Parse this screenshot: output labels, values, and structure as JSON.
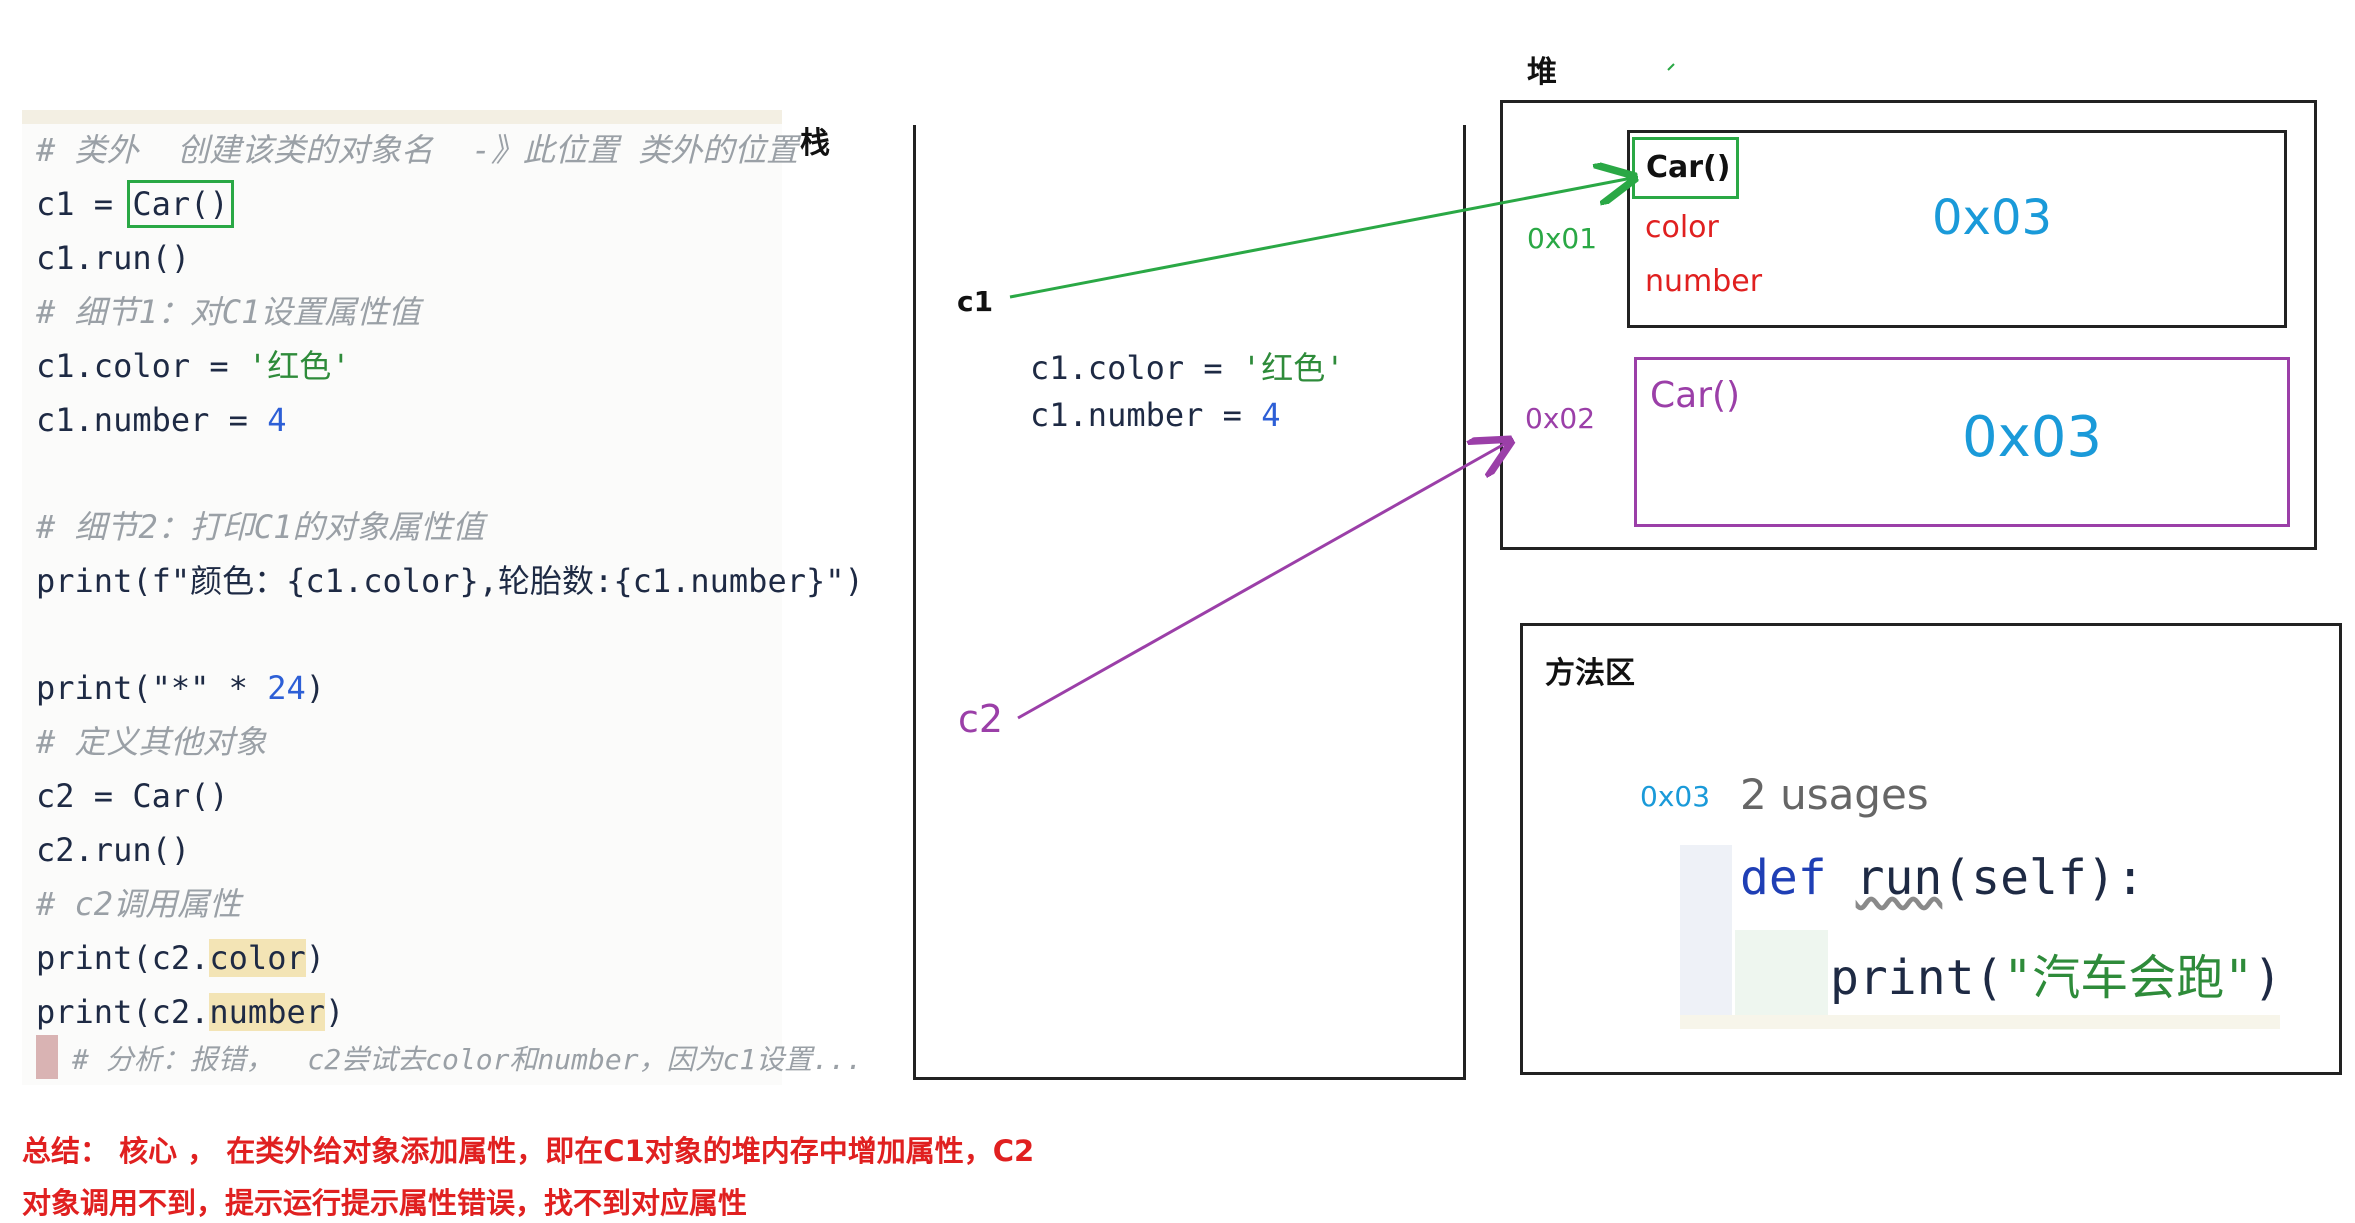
{
  "code": {
    "lines": [
      "# 类外  创建该类的对象名  -》此位置 类外的位置",
      "c1 = ",
      "Car()",
      "c1.run()",
      "# 细节1：对C1设置属性值",
      "c1.color = ",
      "'红色'",
      "c1.number = ",
      "4",
      "# 细节2：打印C1的对象属性值",
      "print(f\"颜色：{c1.color},轮胎数:{c1.number}\")",
      "print(\"*\" * ",
      "24",
      ")",
      "# 定义其他对象",
      "c2 = Car()",
      "c2.run()",
      "# c2调用属性",
      "print(c2.",
      "color",
      ")",
      "print(c2.",
      "number",
      ")",
      "# 分析：报错，  c2尝试去color和number，因为c1设置..."
    ]
  },
  "stack": {
    "title": "栈",
    "c1_label": "c1",
    "c2_label": "c2",
    "assign_color_prefix": "c1.color = ",
    "assign_color_value": "'红色'",
    "assign_number_prefix": "c1.number = ",
    "assign_number_value": "4"
  },
  "heap": {
    "title": "堆",
    "obj1": {
      "class_label": "Car()",
      "attr1": "color",
      "attr2": "number",
      "method_ref": "0x03",
      "address": "0x01"
    },
    "obj2": {
      "class_label": "Car()",
      "method_ref": "0x03",
      "address": "0x02"
    }
  },
  "method_area": {
    "title": "方法区",
    "address": "0x03",
    "usages": "2 usages",
    "def_kw": "def",
    "func_name": "run",
    "params": "(self):",
    "print_fn": "print(",
    "print_str": "\"汽车会跑\"",
    "print_close": ")"
  },
  "summary": {
    "line1": "总结： 核心 ， 在类外给对象添加属性，即在C1对象的堆内存中增加属性，C2",
    "line2": "对象调用不到，提示运行提示属性错误，找不到对应属性"
  },
  "colors": {
    "green": "#2aa845",
    "purple": "#9b3fa8",
    "red": "#e02020",
    "blue": "#1a9ad9"
  }
}
